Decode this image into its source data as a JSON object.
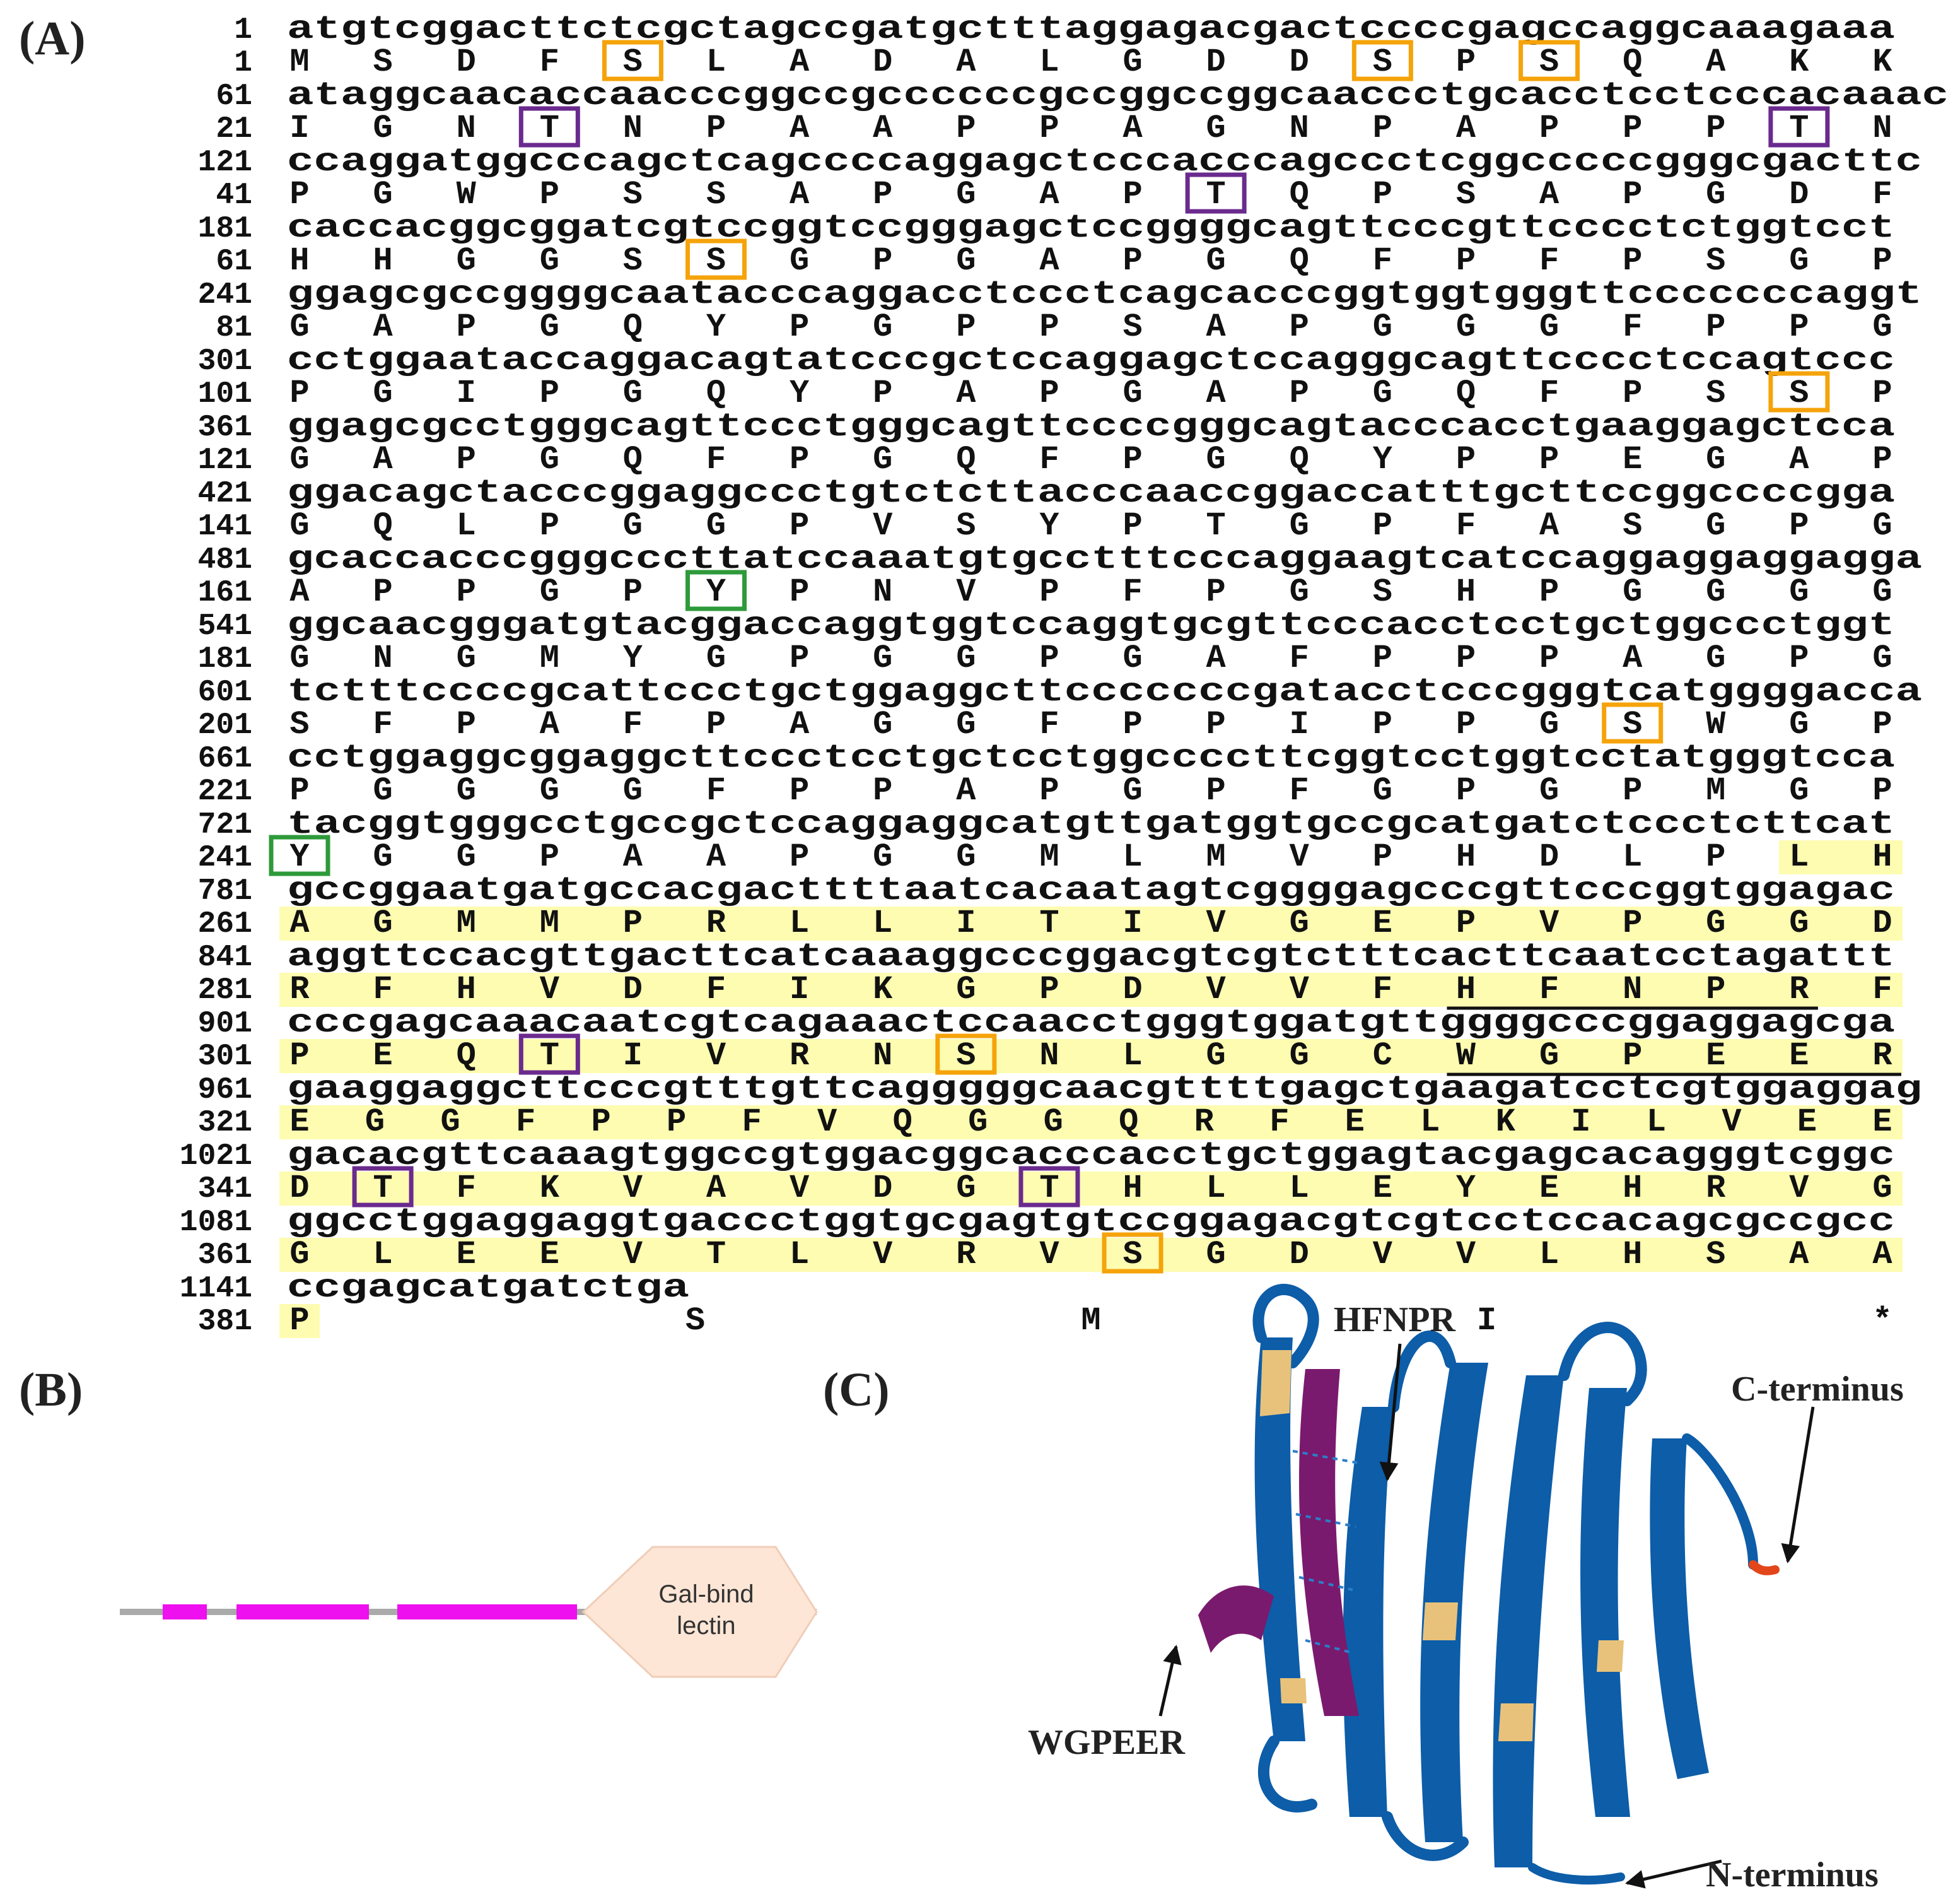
{
  "panels": {
    "a": "(A)",
    "b": "(B)",
    "c": "(C)"
  },
  "colors": {
    "serine_box": "#f5a30a",
    "threonine_box": "#6a2a8e",
    "tyrosine_box": "#2e9a3a",
    "domain_highlight": "#fdfcb0",
    "helix_blue": "#0d5da8",
    "loop_tan": "#e8c27a",
    "motif_purple": "#7a1a6e",
    "bar_magenta": "#ee10ee"
  },
  "sequence": {
    "rows": [
      {
        "nt_num": "1",
        "nt": "atgtcggacttctcgctagccgatgctttaggagacgactccccgagccaggcaaagaaa",
        "aa_num": "1",
        "aa": [
          "M",
          "S",
          "D",
          "F",
          "S",
          "L",
          "A",
          "D",
          "A",
          "L",
          "G",
          "D",
          "D",
          "S",
          "P",
          "S",
          "Q",
          "A",
          "K",
          "K"
        ]
      },
      {
        "nt_num": "61",
        "nt": "ataggcaacaccaacccggccgccccccgccggccggcaaccctgcacctcctcccacaaac",
        "aa_num": "21",
        "aa": [
          "I",
          "G",
          "N",
          "T",
          "N",
          "P",
          "A",
          "A",
          "P",
          "P",
          "A",
          "G",
          "N",
          "P",
          "A",
          "P",
          "P",
          "P",
          "T",
          "N"
        ]
      },
      {
        "nt_num": "121",
        "nt": "ccaggatggcccagctcagccccaggagctcccacccagccctcggcccccgggcgacttc",
        "aa_num": "41",
        "aa": [
          "P",
          "G",
          "W",
          "P",
          "S",
          "S",
          "A",
          "P",
          "G",
          "A",
          "P",
          "T",
          "Q",
          "P",
          "S",
          "A",
          "P",
          "G",
          "D",
          "F"
        ]
      },
      {
        "nt_num": "181",
        "nt": "caccacggcggatcgtccggtccgggagctccggggcagttcccgttcccctctggtcct",
        "aa_num": "61",
        "aa": [
          "H",
          "H",
          "G",
          "G",
          "S",
          "S",
          "G",
          "P",
          "G",
          "A",
          "P",
          "G",
          "Q",
          "F",
          "P",
          "F",
          "P",
          "S",
          "G",
          "P"
        ]
      },
      {
        "nt_num": "241",
        "nt": "ggagcgccggggcaatacccaggacctccctcagcacccggtggtgggttcccccccaggt",
        "aa_num": "81",
        "aa": [
          "G",
          "A",
          "P",
          "G",
          "Q",
          "Y",
          "P",
          "G",
          "P",
          "P",
          "S",
          "A",
          "P",
          "G",
          "G",
          "G",
          "F",
          "P",
          "P",
          "G"
        ]
      },
      {
        "nt_num": "301",
        "nt": "cctggaataccaggacagtatcccgctccaggagctccagggcagttcccctccagtccc",
        "aa_num": "101",
        "aa": [
          "P",
          "G",
          "I",
          "P",
          "G",
          "Q",
          "Y",
          "P",
          "A",
          "P",
          "G",
          "A",
          "P",
          "G",
          "Q",
          "F",
          "P",
          "S",
          "S",
          "P"
        ]
      },
      {
        "nt_num": "361",
        "nt": "ggagcgcctgggcagttccctgggcagttccccgggcagtacccacctgaaggagctcca",
        "aa_num": "121",
        "aa": [
          "G",
          "A",
          "P",
          "G",
          "Q",
          "F",
          "P",
          "G",
          "Q",
          "F",
          "P",
          "G",
          "Q",
          "Y",
          "P",
          "P",
          "E",
          "G",
          "A",
          "P"
        ]
      },
      {
        "nt_num": "421",
        "nt": "ggacagctacccggaggccctgtctcttacccaaccggaccatttgcttccggccccgga",
        "aa_num": "141",
        "aa": [
          "G",
          "Q",
          "L",
          "P",
          "G",
          "G",
          "P",
          "V",
          "S",
          "Y",
          "P",
          "T",
          "G",
          "P",
          "F",
          "A",
          "S",
          "G",
          "P",
          "G"
        ]
      },
      {
        "nt_num": "481",
        "nt": "gcaccacccgggcccttatccaaatgtgcctttcccaggaagtcatccaggaggaggagga",
        "aa_num": "161",
        "aa": [
          "A",
          "P",
          "P",
          "G",
          "P",
          "Y",
          "P",
          "N",
          "V",
          "P",
          "F",
          "P",
          "G",
          "S",
          "H",
          "P",
          "G",
          "G",
          "G",
          "G"
        ]
      },
      {
        "nt_num": "541",
        "nt": "ggcaacgggatgtacggaccaggtggtccaggtgcgttcccacctcctgctggccctggt",
        "aa_num": "181",
        "aa": [
          "G",
          "N",
          "G",
          "M",
          "Y",
          "G",
          "P",
          "G",
          "G",
          "P",
          "G",
          "A",
          "F",
          "P",
          "P",
          "P",
          "A",
          "G",
          "P",
          "G"
        ]
      },
      {
        "nt_num": "601",
        "nt": "tctttccccgcattccctgctggaggcttcccccccgatacctcccgggtcatggggacca",
        "aa_num": "201",
        "aa": [
          "S",
          "F",
          "P",
          "A",
          "F",
          "P",
          "A",
          "G",
          "G",
          "F",
          "P",
          "P",
          "I",
          "P",
          "P",
          "G",
          "S",
          "W",
          "G",
          "P"
        ]
      },
      {
        "nt_num": "661",
        "nt": "cctggaggcggaggcttccctcctgctcctggccccttcggtcctggtcctatgggtcca",
        "aa_num": "221",
        "aa": [
          "P",
          "G",
          "G",
          "G",
          "G",
          "F",
          "P",
          "P",
          "A",
          "P",
          "G",
          "P",
          "F",
          "G",
          "P",
          "G",
          "P",
          "M",
          "G",
          "P"
        ]
      },
      {
        "nt_num": "721",
        "nt": "tacggtgggcctgccgctccaggaggcatgttgatggtgccgcatgatctccctcttcat",
        "aa_num": "241",
        "aa": [
          "Y",
          "G",
          "G",
          "P",
          "A",
          "A",
          "P",
          "G",
          "G",
          "M",
          "L",
          "M",
          "V",
          "P",
          "H",
          "D",
          "L",
          "P",
          "L",
          "H"
        ]
      },
      {
        "nt_num": "781",
        "nt": "gccggaatgatgccacgacttttaatcacaatagtcggggagcccgttcccggtggagac",
        "aa_num": "261",
        "aa": [
          "A",
          "G",
          "M",
          "M",
          "P",
          "R",
          "L",
          "L",
          "I",
          "T",
          "I",
          "V",
          "G",
          "E",
          "P",
          "V",
          "P",
          "G",
          "G",
          "D"
        ]
      },
      {
        "nt_num": "841",
        "nt": "aggttccacgttgacttcatcaaaggcccggacgtcgtctttcacttcaatcctagattt",
        "aa_num": "281",
        "aa": [
          "R",
          "F",
          "H",
          "V",
          "D",
          "F",
          "I",
          "K",
          "G",
          "P",
          "D",
          "V",
          "V",
          "F",
          "H",
          "F",
          "N",
          "P",
          "R",
          "F"
        ]
      },
      {
        "nt_num": "901",
        "nt": "cccgagcaaacaatcgtcagaaactccaacctgggtggatgttggggcccggaggagcga",
        "aa_num": "301",
        "aa": [
          "P",
          "E",
          "Q",
          "T",
          "I",
          "V",
          "R",
          "N",
          "S",
          "N",
          "L",
          "G",
          "G",
          "C",
          "W",
          "G",
          "P",
          "E",
          "E",
          "R"
        ]
      },
      {
        "nt_num": "961",
        "nt": "gaaggaggcttcccgtttgttcagggggcaacgttttgagctgaagatcctcgtggaggag",
        "aa_num": "321",
        "aa": [
          "E",
          "G",
          "G",
          "F",
          "P",
          "P",
          "F",
          "V",
          "Q",
          "G",
          "G",
          "Q",
          "R",
          "F",
          "E",
          "L",
          "K",
          "I",
          "L",
          "V",
          "E",
          "E"
        ]
      },
      {
        "nt_num": "1021",
        "nt": "gacacgttcaaagtggccgtggacggcacccacctgctggagtacgagcacagggtcggc",
        "aa_num": "341",
        "aa": [
          "D",
          "T",
          "F",
          "K",
          "V",
          "A",
          "V",
          "D",
          "G",
          "T",
          "H",
          "L",
          "L",
          "E",
          "Y",
          "E",
          "H",
          "R",
          "V",
          "G"
        ]
      },
      {
        "nt_num": "1081",
        "nt": "ggcctggaggaggtgaccctggtgcgagtgtccggagacgtcgtcctccacagcgccgcc",
        "aa_num": "361",
        "aa": [
          "G",
          "L",
          "E",
          "E",
          "V",
          "T",
          "L",
          "V",
          "R",
          "V",
          "S",
          "G",
          "D",
          "V",
          "V",
          "L",
          "H",
          "S",
          "A",
          "A"
        ]
      },
      {
        "nt_num": "1141",
        "nt": "ccgagcatgatctga",
        "aa_num": "381",
        "aa": [
          "P",
          "S",
          "M",
          "I",
          "*"
        ]
      }
    ]
  },
  "domain_diagram": {
    "label_line1": "Gal-bind",
    "label_line2": "lectin"
  },
  "structure": {
    "motif1": "HFNPR",
    "motif2": "WGPEER",
    "c_term": "C-terminus",
    "n_term": "N-terminus"
  }
}
